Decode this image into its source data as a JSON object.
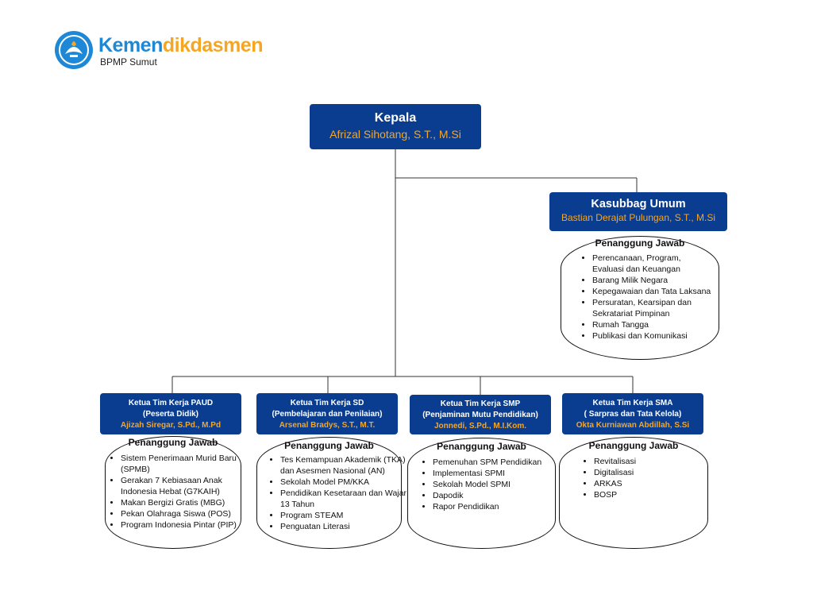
{
  "logo": {
    "brand_part1": "Kemen",
    "brand_part2": "dikdasmen",
    "subtitle": "BPMP Sumut",
    "icon": "tut-wuri-handayani-emblem-icon"
  },
  "kepala": {
    "title": "Kepala",
    "name": "Afrizal Sihotang, S.T., M.Si"
  },
  "kasubbag": {
    "title": "Kasubbag Umum",
    "name": "Bastian Derajat Pulungan, S.T., M.Si",
    "heading": "Penanggung Jawab",
    "items": [
      "Perencanaan, Program, Evaluasi dan Keuangan",
      "Barang Milik Negara",
      "Kepegawaian dan Tata Laksana",
      "Persuratan, Kearsipan dan Sekratariat Pimpinan",
      "Rumah Tangga",
      "Publikasi dan Komunikasi"
    ]
  },
  "teams": [
    {
      "title": "Ketua Tim Kerja PAUD",
      "subtitle": "(Peserta Didik)",
      "name": "Ajizah Siregar, S.Pd., M.Pd",
      "heading": "Penanggung Jawab",
      "items": [
        "Sistem Penerimaan Murid Baru (SPMB)",
        "Gerakan 7 Kebiasaan Anak Indonesia Hebat (G7KAIH)",
        "Makan Bergizi Gratis (MBG)",
        "Pekan Olahraga Siswa (POS)",
        "Program Indonesia Pintar (PIP)"
      ]
    },
    {
      "title": "Ketua Tim Kerja SD",
      "subtitle": "(Pembelajaran dan Penilaian)",
      "name": "Arsenal Bradys, S.T., M.T.",
      "heading": "Penanggung Jawab",
      "items": [
        "Tes Kemampuan Akademik (TKA) dan Asesmen Nasional (AN)",
        "Sekolah Model PM/KKA",
        "Pendidikan Kesetaraan dan Wajar 13 Tahun",
        "Program STEAM",
        "Penguatan Literasi"
      ]
    },
    {
      "title": "Ketua Tim Kerja SMP",
      "subtitle": "(Penjaminan Mutu Pendidikan)",
      "name": "Jonnedi, S.Pd., M.I.Kom.",
      "heading": "Penanggung Jawab",
      "items": [
        "Pemenuhan SPM Pendidikan",
        "Implementasi SPMI",
        "Sekolah Model SPMI",
        "Dapodik",
        "Rapor Pendidikan"
      ]
    },
    {
      "title": "Ketua Tim Kerja SMA",
      "subtitle": "( Sarpras dan Tata Kelola)",
      "name": "Okta Kurniawan Abdillah, S.Si",
      "heading": "Penanggung Jawab",
      "items": [
        "Revitalisasi",
        "Digitalisasi",
        "ARKAS",
        "BOSP"
      ]
    }
  ],
  "colors": {
    "box": "#0a3d8f",
    "name_accent": "#f5a623",
    "brand_blue": "#1e88d6",
    "brand_orange": "#f5a623"
  }
}
